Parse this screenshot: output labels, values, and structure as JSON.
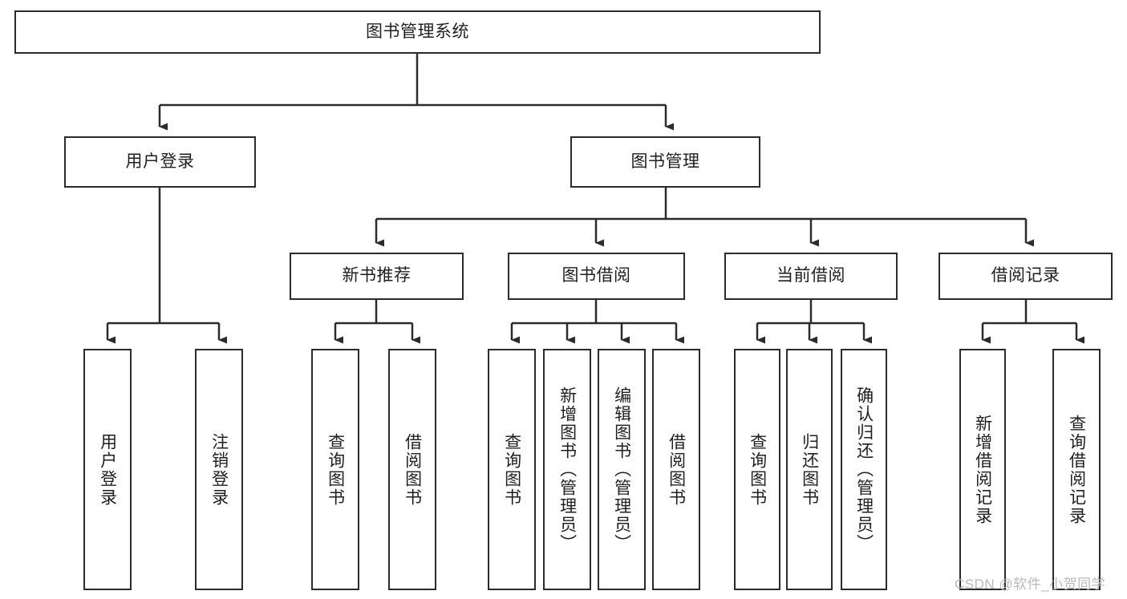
{
  "diagram": {
    "type": "tree-hierarchy-chart",
    "title": "图书管理系统",
    "style": {
      "stroke": "#2b2b2b",
      "fill": "#ffffff",
      "text": "#1f1f1f",
      "watermark_color": "#b9b9b9"
    },
    "levels": {
      "level1": [
        {
          "id": "root",
          "label": "图书管理系统"
        }
      ],
      "level2": [
        {
          "id": "user-login",
          "label": "用户登录"
        },
        {
          "id": "book-manage",
          "label": "图书管理"
        }
      ],
      "level3": [
        {
          "id": "new-book-recommend",
          "label": "新书推荐"
        },
        {
          "id": "book-borrow",
          "label": "图书借阅"
        },
        {
          "id": "current-borrow",
          "label": "当前借阅"
        },
        {
          "id": "borrow-record",
          "label": "借阅记录"
        }
      ],
      "level4": [
        {
          "id": "leaf-user-login",
          "label": "用户登录"
        },
        {
          "id": "leaf-logout-login",
          "label": "注销登录"
        },
        {
          "id": "leaf-query-book-1",
          "label": "查询图书"
        },
        {
          "id": "leaf-borrow-book-1",
          "label": "借阅图书"
        },
        {
          "id": "leaf-query-book-2",
          "label": "查询图书"
        },
        {
          "id": "leaf-add-book-admin",
          "label": "新增图书（管理员）"
        },
        {
          "id": "leaf-edit-book-admin",
          "label": "编辑图书（管理员）"
        },
        {
          "id": "leaf-borrow-book-2",
          "label": "借阅图书"
        },
        {
          "id": "leaf-query-book-3",
          "label": "查询图书"
        },
        {
          "id": "leaf-return-book",
          "label": "归还图书"
        },
        {
          "id": "leaf-confirm-return-admin",
          "label": "确认归还（管理员）"
        },
        {
          "id": "leaf-add-borrow-record",
          "label": "新增借阅记录"
        },
        {
          "id": "leaf-query-borrow-record",
          "label": "查询借阅记录"
        }
      ]
    }
  },
  "watermark": {
    "text": "CSDN @软件_小贺同学"
  }
}
